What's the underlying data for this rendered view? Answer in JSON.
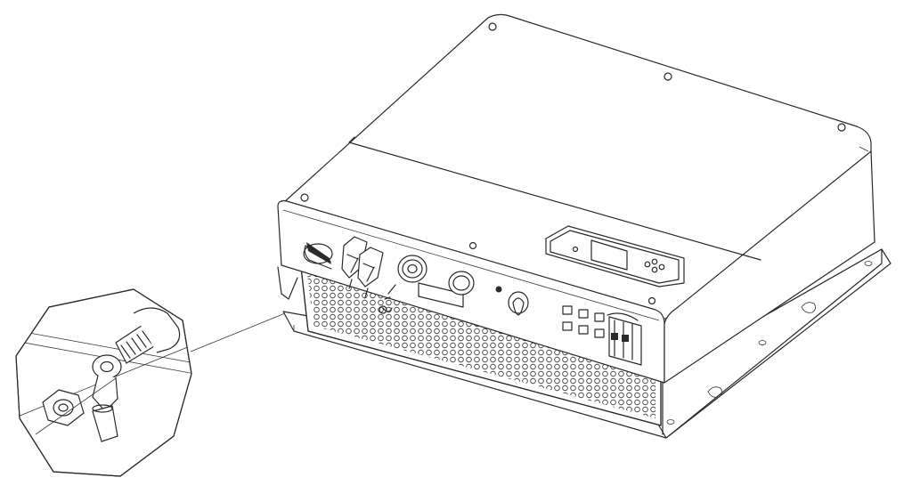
{
  "diagram": {
    "subject": "inverter-grounding-illustration",
    "line_color": "#2a2a2a",
    "background": "#ffffff",
    "parts": {
      "inverter_body": "inverter-body",
      "mounting_bracket": "mounting-bracket",
      "heat_sink": "heat-sink-grille",
      "lcd": "lcd-display",
      "dc_switch": "dc-switch",
      "pv_connectors": "pv-connectors",
      "ac_connector": "ac-connector",
      "comm_ports": "communication-ports",
      "ground_screw": "ground-screw",
      "magnifier": "magnifier-callout"
    }
  }
}
